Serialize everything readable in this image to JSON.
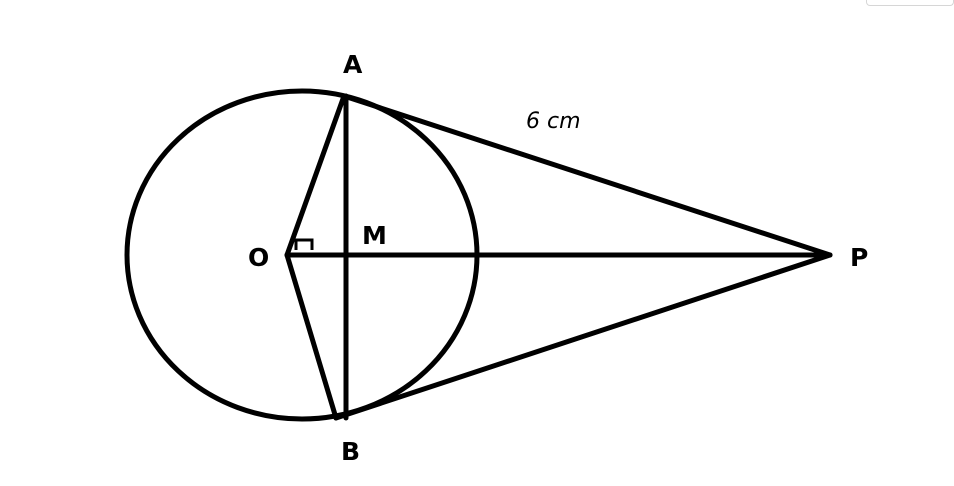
{
  "figure": {
    "points": {
      "A": "A",
      "B": "B",
      "O": "O",
      "M": "M",
      "P": "P"
    },
    "length_label": "6 cm",
    "stroke_color": "#000000",
    "background_color": "#ffffff"
  }
}
